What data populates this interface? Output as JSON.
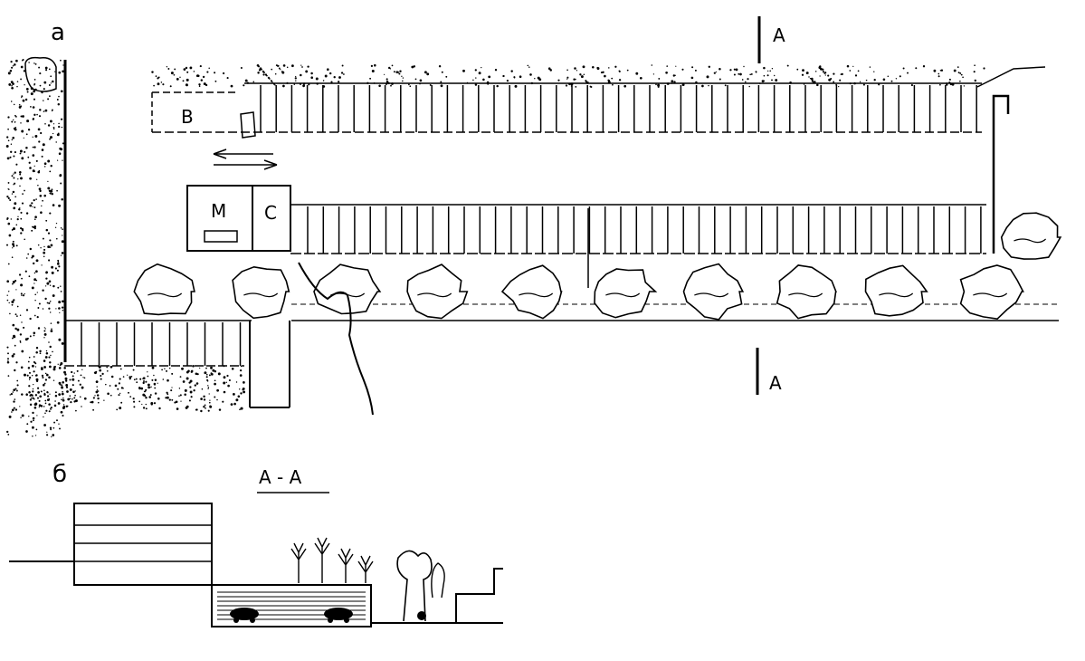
{
  "panels": {
    "plan": "а",
    "section": "б"
  },
  "section_marks": {
    "top": "А",
    "bottom": "А",
    "section_title": "А - А"
  },
  "blocks": {
    "b": "В",
    "m": "М",
    "c": "С"
  },
  "colors": {
    "ink": "#000000",
    "paper": "#ffffff"
  }
}
